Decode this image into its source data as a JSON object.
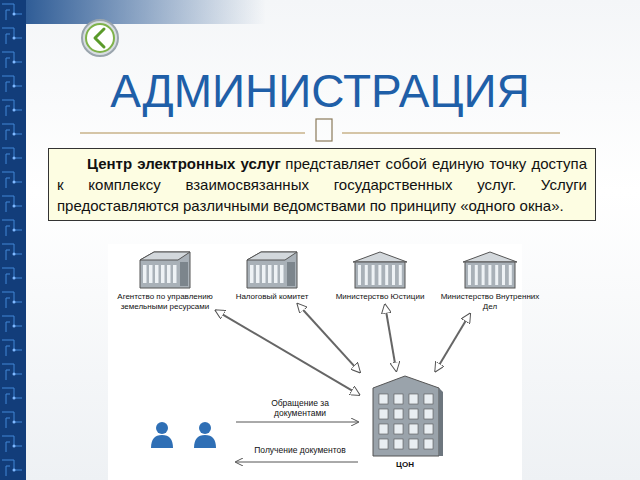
{
  "diagram": {
    "title": "АДМИНИСТРАЦИЯ",
    "nodes": [
      {
        "text": [
          "Центр электронных услуг",
          "представляет собой единую точку доступа к комплексу взаимосвязанных государственных услуг. Услуги предоставляются различными ведомствами по принципу «одного окна»."
        ]
      },
      {
        "text": [
          "Агентство по управлению земельными ресурсами"
        ]
      },
      {
        "text": [
          "Налоговый комитет"
        ]
      },
      {
        "text": [
          "Министерство Юстиции"
        ]
      },
      {
        "text": [
          "Министерство Внутренних Дел"
        ]
      },
      {
        "text": [
          "ЦОН"
        ]
      }
    ],
    "edges": [
      {
        "from": 1,
        "to": 5,
        "arrow": "both"
      },
      {
        "from": 2,
        "to": 5,
        "arrow": "both"
      },
      {
        "from": 3,
        "to": 5,
        "arrow": "both"
      },
      {
        "from": 4,
        "to": 5,
        "arrow": "both"
      }
    ],
    "labels": [
      "Обращение за документами",
      "Получение документов"
    ]
  }
}
